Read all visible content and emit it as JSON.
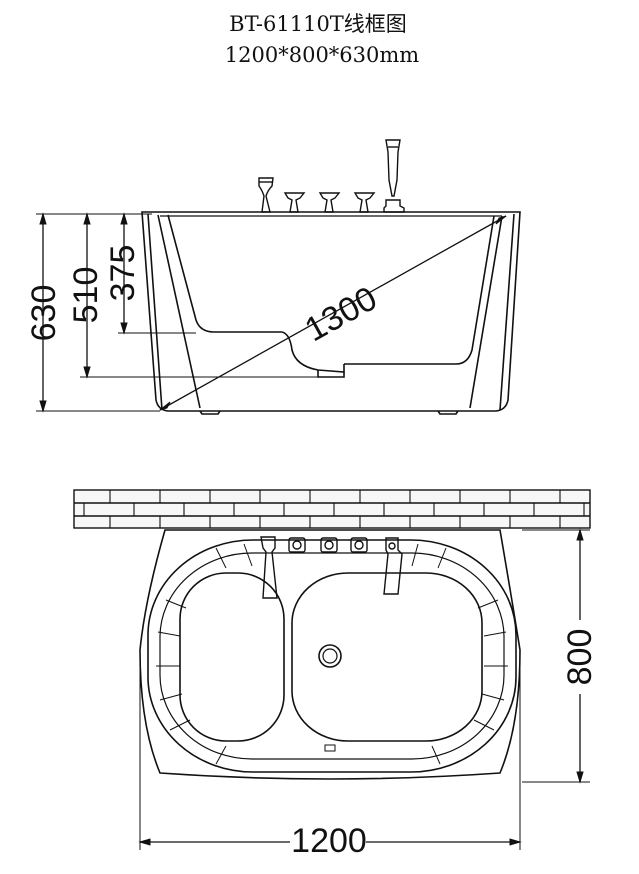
{
  "header": {
    "model": "BT-61110T线框图",
    "dimensions": "1200*800*630mm"
  },
  "side_view": {
    "dims": {
      "overall_height": "630",
      "seat_height": "510",
      "depth": "375",
      "diagonal": "1300"
    }
  },
  "top_view": {
    "dims": {
      "length": "1200",
      "width": "800"
    }
  },
  "colors": {
    "line": "#111111",
    "background": "#ffffff",
    "grout": "#f7f7f7"
  }
}
